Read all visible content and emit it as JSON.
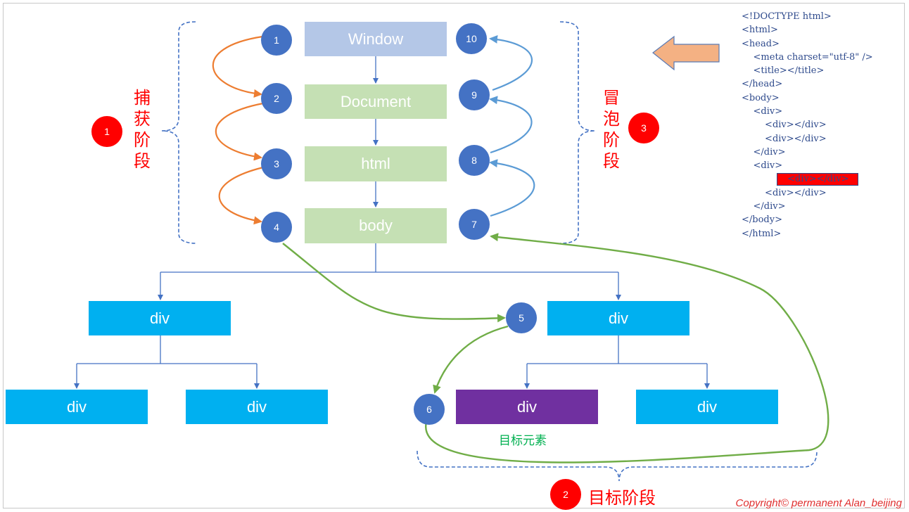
{
  "nodes": {
    "window": "Window",
    "document": "Document",
    "html": "html",
    "body": "body",
    "div_left": "div",
    "div_right": "div",
    "div_ll": "div",
    "div_lr": "div",
    "div_target": "div",
    "div_rr": "div"
  },
  "steps": [
    "1",
    "2",
    "3",
    "4",
    "5",
    "6",
    "7",
    "8",
    "9",
    "10"
  ],
  "phases": {
    "capture": {
      "number": "1",
      "label": "捕获阶段"
    },
    "bubble": {
      "number": "3",
      "label": "冒泡阶段"
    },
    "target": {
      "number": "2",
      "label": "目标阶段"
    }
  },
  "target_element_label": "目标元素",
  "code_lines": [
    "<!DOCTYPE html>",
    "<html>",
    "<head>",
    "    <meta charset=\"utf-8\" />",
    "    <title></title>",
    "</head>",
    "<body>",
    "    <div>",
    "        <div></div>",
    "        <div></div>",
    "    </div>",
    "    <div>",
    "        <div></div>",
    "        <div></div>",
    "    </div>",
    "</body>",
    "</html>"
  ],
  "highlighted_code_line": 12,
  "copyright": "Copyright© permanent  Alan_beijing",
  "colors": {
    "capture_arrow": "#ed7d31",
    "bubble_arrow": "#5b9bd5",
    "target_arrow": "#70ad47",
    "step_circle": "#4472c4",
    "phase_circle": "#ff0000",
    "div_box": "#00b0f0",
    "target_box": "#7030a0"
  }
}
